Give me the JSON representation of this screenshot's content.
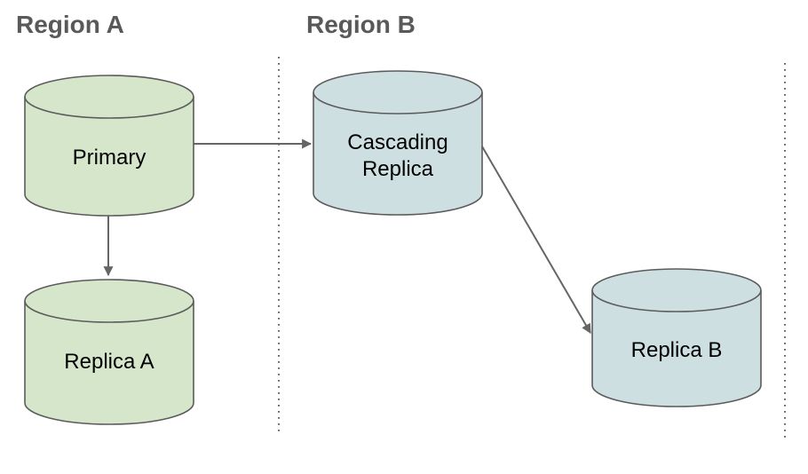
{
  "regions": [
    {
      "label": "Region A"
    },
    {
      "label": "Region B"
    }
  ],
  "nodes": [
    {
      "label": "Primary",
      "region": "Region A",
      "shape": "database-cylinder",
      "fill": "#d5e6cb"
    },
    {
      "label": "Replica A",
      "region": "Region A",
      "shape": "database-cylinder",
      "fill": "#d5e6cb"
    },
    {
      "label": "Cascading Replica",
      "region": "Region B",
      "shape": "database-cylinder",
      "fill": "#cedfe2"
    },
    {
      "label": "Replica B",
      "region": "Region B",
      "shape": "database-cylinder",
      "fill": "#cedfe2"
    }
  ],
  "edges": [
    {
      "from": "Primary",
      "to": "Cascading Replica",
      "style": "solid-arrow"
    },
    {
      "from": "Primary",
      "to": "Replica A",
      "style": "solid-arrow"
    },
    {
      "from": "Cascading Replica",
      "to": "Replica B",
      "style": "solid-arrow"
    }
  ],
  "colors": {
    "green_node_fill": "#d5e6cb",
    "blue_node_fill": "#cedfe2",
    "node_stroke": "#5b5b5b",
    "edge_stroke": "#666666",
    "region_divider": "#666666",
    "region_title_text": "#595959",
    "node_label_text": "#000000"
  }
}
